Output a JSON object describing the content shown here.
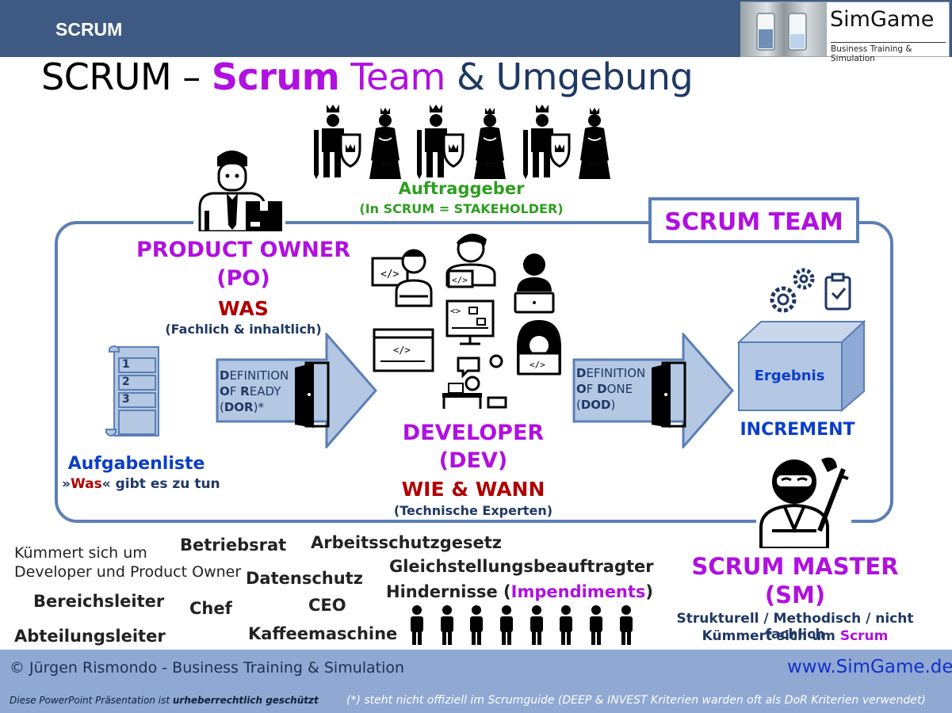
{
  "header": {
    "label": "SCRUM",
    "logo_name": "SimGame",
    "logo_sub": "Business Training & Simulation"
  },
  "title": {
    "part1": "SCRUM – ",
    "part2": "Scrum",
    "part3": " Team ",
    "part4": "& Umgebung"
  },
  "stakeholder": {
    "title": "Auftraggeber",
    "sub": "(In SCRUM = STAKEHOLDER)"
  },
  "scrum_team": {
    "label": "SCRUM TEAM"
  },
  "product_owner": {
    "title": "PRODUCT OWNER",
    "abbr": "(PO)",
    "what": "WAS",
    "desc": "(Fachlich & inhaltlich)"
  },
  "backlog": {
    "items": [
      "1",
      "2",
      "3"
    ],
    "title": "Aufgabenliste",
    "sub_quote_open": "»",
    "sub_was": "Was",
    "sub_rest": "« gibt es zu tun"
  },
  "dor": {
    "l1a": "D",
    "l1b": "EFINITION",
    "l2a": "O",
    "l2b": "F ",
    "l2c": "R",
    "l2d": "EADY",
    "l3a": "(",
    "l3b": "DOR",
    "l3c": ")*"
  },
  "developer": {
    "title": "DEVELOPER",
    "abbr": "(DEV)",
    "what": "WIE & WANN",
    "desc": "(Technische Experten)"
  },
  "dod": {
    "l1a": "D",
    "l1b": "EFINITION",
    "l2a": "O",
    "l2b": "F ",
    "l2c": "D",
    "l2d": "ONE",
    "l3a": "(",
    "l3b": "DOD",
    "l3c": ")"
  },
  "increment": {
    "box_label": "Ergebnis",
    "label": "INCREMENT"
  },
  "scrum_master": {
    "title": "SCRUM MASTER",
    "abbr": "(SM)",
    "desc1": "Strukturell / Methodisch / nicht fachlich",
    "desc2a": "Kümmert sich um ",
    "desc2b": "Scrum"
  },
  "environment": {
    "note1": "Kümmert sich um",
    "note2": "Developer und Product Owner",
    "betriebsrat": "Betriebsrat",
    "arbeitsschutz": "Arbeitsschutzgesetz",
    "gleichstellung": "Gleichstellungsbeauftragter",
    "datenschutz": "Datenschutz",
    "bereichsleiter": "Bereichsleiter",
    "chef": "Chef",
    "ceo": "CEO",
    "hindernisse_a": "Hindernisse (",
    "hindernisse_b": "Impendiments",
    "hindernisse_c": ")",
    "abteilungsleiter": "Abteilungsleiter",
    "kaffee": "Kaffeemaschine"
  },
  "footer": {
    "copyright": "© Jürgen Rismondo - Business Training & Simulation",
    "website": "www.SimGame.de",
    "note_left_a": "Diese PowerPoint Präsentation ist ",
    "note_left_b": "urheberrechtlich geschützt",
    "note_right": "(*) steht nicht offiziell im Scrumguide (DEEP & INVEST Kriterien warden oft als DoR Kriterien verwendet)"
  },
  "colors": {
    "header_bg": "#3e5a82",
    "magenta": "#b010e0",
    "navy": "#1f3864",
    "dark_red": "#b00000",
    "green": "#2e9e20",
    "frame": "#5b7fb5",
    "footer_bg": "#8fa9d3"
  },
  "icons": [
    "king-icon",
    "queen-icon",
    "product-owner-icon",
    "scroll-icon",
    "door-icon",
    "developer-icon",
    "cube-icon",
    "gears-icon",
    "checklist-icon",
    "ninja-icon",
    "person-icon"
  ]
}
